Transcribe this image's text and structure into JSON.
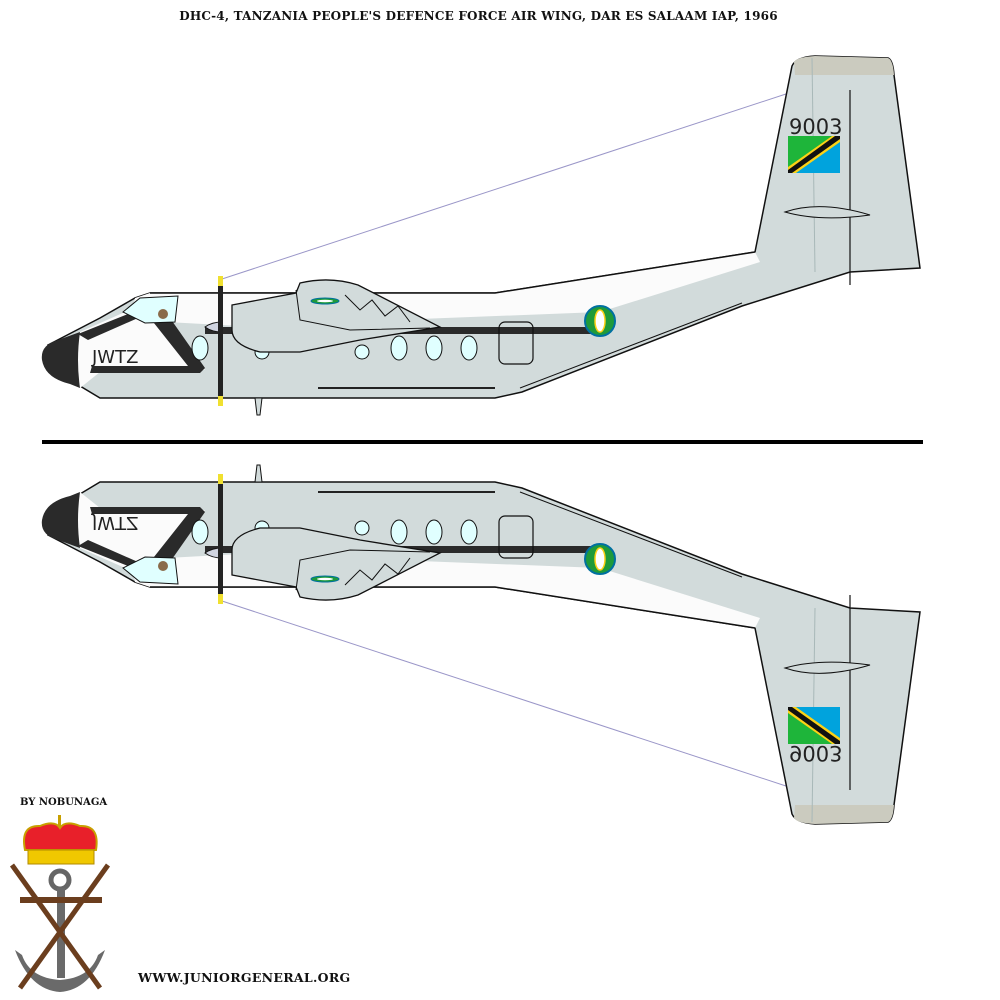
{
  "title": "DHC-4, TANZANIA PEOPLE'S DEFENCE FORCE AIR WING, DAR ES SALAAM IAP, 1966",
  "aircraft": {
    "serial": "9003",
    "nose_code": "JWTZ",
    "views": [
      "left-side-profile",
      "right-side-profile-mirrored"
    ]
  },
  "credits": {
    "author": "BY NOBUNAGA",
    "website": "WWW.JUNIORGENERAL.ORG",
    "logo": "crown-anchor-crossed-rifles-emblem"
  },
  "colors": {
    "fuselage_grey": "#d2dbdb",
    "upper_white": "#fbfbfb",
    "cheatline_black": "#2a2a2a",
    "window_cyan": "#e0ffff",
    "flag_green": "#1eb53a",
    "flag_blue": "#00a3dd",
    "flag_yellow": "#fcd116",
    "roundel_green": "#1f9a3a"
  }
}
